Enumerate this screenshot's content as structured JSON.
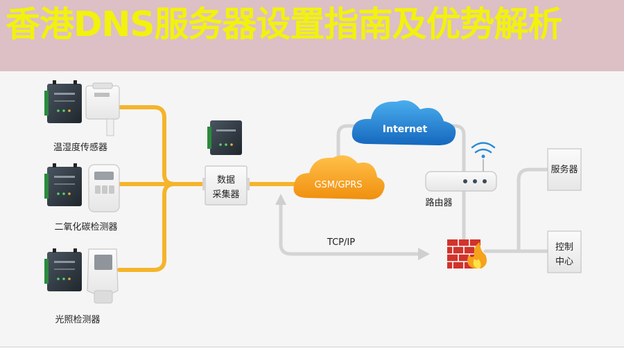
{
  "banner": {
    "title": "香港DNS服务器设置指南及优势解析"
  },
  "diagram": {
    "sensors": [
      {
        "label": "温湿度传感器",
        "icon": "temperature-humidity-sensor-icon"
      },
      {
        "label": "二氧化碳检测器",
        "icon": "co2-detector-icon"
      },
      {
        "label": "光照检测器",
        "icon": "light-detector-icon"
      }
    ],
    "collector": {
      "line1": "数据",
      "line2": "采集器"
    },
    "gsm_cloud": "GSM/GPRS",
    "internet_cloud": "Internet",
    "router": "路由器",
    "tcp_label": "TCP/IP",
    "server": "服务器",
    "control": {
      "line1": "控制",
      "line2": "中心"
    },
    "firewall_icon": "firewall-icon",
    "colors": {
      "banner_bg": "#ddbfc6",
      "title_yellow": "#f2f20c",
      "line_orange": "#f5b42a",
      "line_gray": "#d0d0d0",
      "cloud_orange": "#f7a21b",
      "cloud_blue": "#1e7fd0",
      "firewall_red": "#d0332c"
    }
  }
}
